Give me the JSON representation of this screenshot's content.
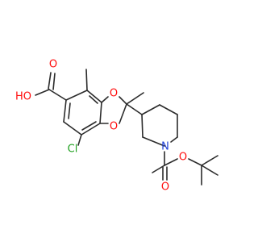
{
  "diagram": {
    "type": "skeletal-structure",
    "colors": {
      "bond": "#2b2b2b",
      "oxygen": "#ff0d0d",
      "nitrogen": "#1f3fd8",
      "chlorine": "#1fa01f",
      "background": "#ffffff"
    },
    "atom_labels": {
      "hydroxyl": "HO",
      "acid_carbonyl_oxygen": "O",
      "chlorine": "Cl",
      "dioxole_oxygen_top": "O",
      "dioxole_oxygen_bottom": "O",
      "piperidine_nitrogen": "N",
      "carbamate_carbonyl_oxygen": "O",
      "carbamate_ester_oxygen": "O"
    }
  }
}
